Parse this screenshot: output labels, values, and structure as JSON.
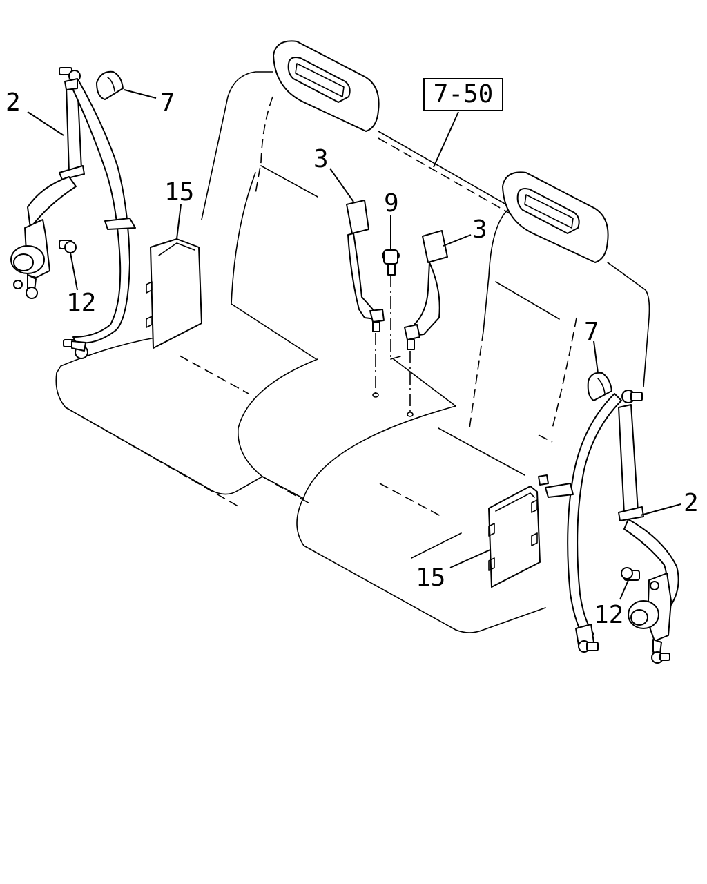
{
  "figure": {
    "reference_box": "7-50",
    "callouts": {
      "belt_left": "2",
      "belt_right": "2",
      "buckle_left": "3",
      "buckle_right": "3",
      "bolt_center": "9",
      "cover_left": "7",
      "cover_right": "7",
      "bolt_left": "12",
      "bolt_right": "12",
      "trim_left": "15",
      "trim_right": "15"
    }
  }
}
